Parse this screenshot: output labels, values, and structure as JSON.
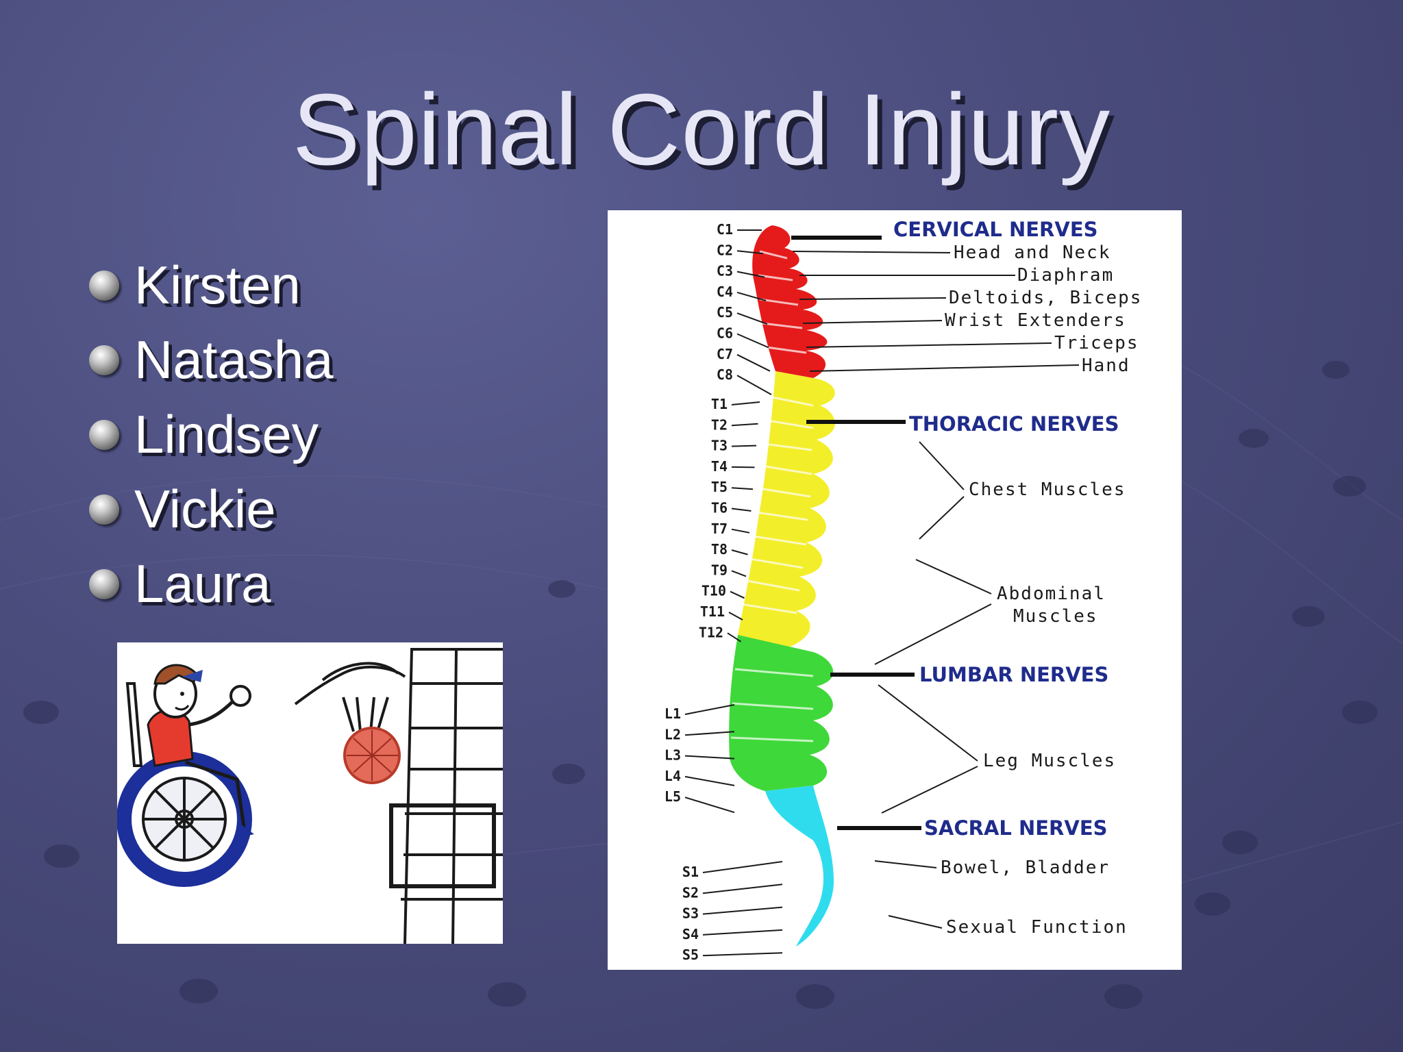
{
  "slide": {
    "title": "Spinal Cord Injury",
    "bullets": [
      "Kirsten",
      "Natasha",
      "Lindsey",
      "Vickie",
      "Laura"
    ]
  },
  "diagram": {
    "section_labels": {
      "cervical": "CERVICAL NERVES",
      "thoracic": "THORACIC NERVES",
      "lumbar": "LUMBAR NERVES",
      "sacral": "SACRAL NERVES"
    },
    "function_labels": {
      "head_neck": "Head and Neck",
      "diaphram": "Diaphram",
      "deltoids": "Deltoids, Biceps",
      "wrist": "Wrist Extenders",
      "triceps": "Triceps",
      "hand": "Hand",
      "chest": "Chest Muscles",
      "abdominal_1": "Abdominal",
      "abdominal_2": "Muscles",
      "leg": "Leg Muscles",
      "bowel": "Bowel,  Bladder",
      "sexual": "Sexual Function"
    },
    "vertebrae": {
      "cervical": [
        "C1",
        "C2",
        "C3",
        "C4",
        "C5",
        "C6",
        "C7",
        "C8"
      ],
      "thoracic": [
        "T1",
        "T2",
        "T3",
        "T4",
        "T5",
        "T6",
        "T7",
        "T8",
        "T9",
        "T10",
        "T11",
        "T12"
      ],
      "lumbar": [
        "L1",
        "L2",
        "L3",
        "L4",
        "L5"
      ],
      "sacral": [
        "S1",
        "S2",
        "S3",
        "S4",
        "S5"
      ]
    },
    "colors": {
      "cervical": "#e51b1b",
      "thoracic": "#f3ee2a",
      "lumbar": "#3fd83a",
      "sacral": "#2fdcee",
      "heading": "#1f2c8c",
      "label": "#1a1a1a",
      "background_dark": "#3b3c66",
      "title_text": "#e6e6f6"
    }
  }
}
